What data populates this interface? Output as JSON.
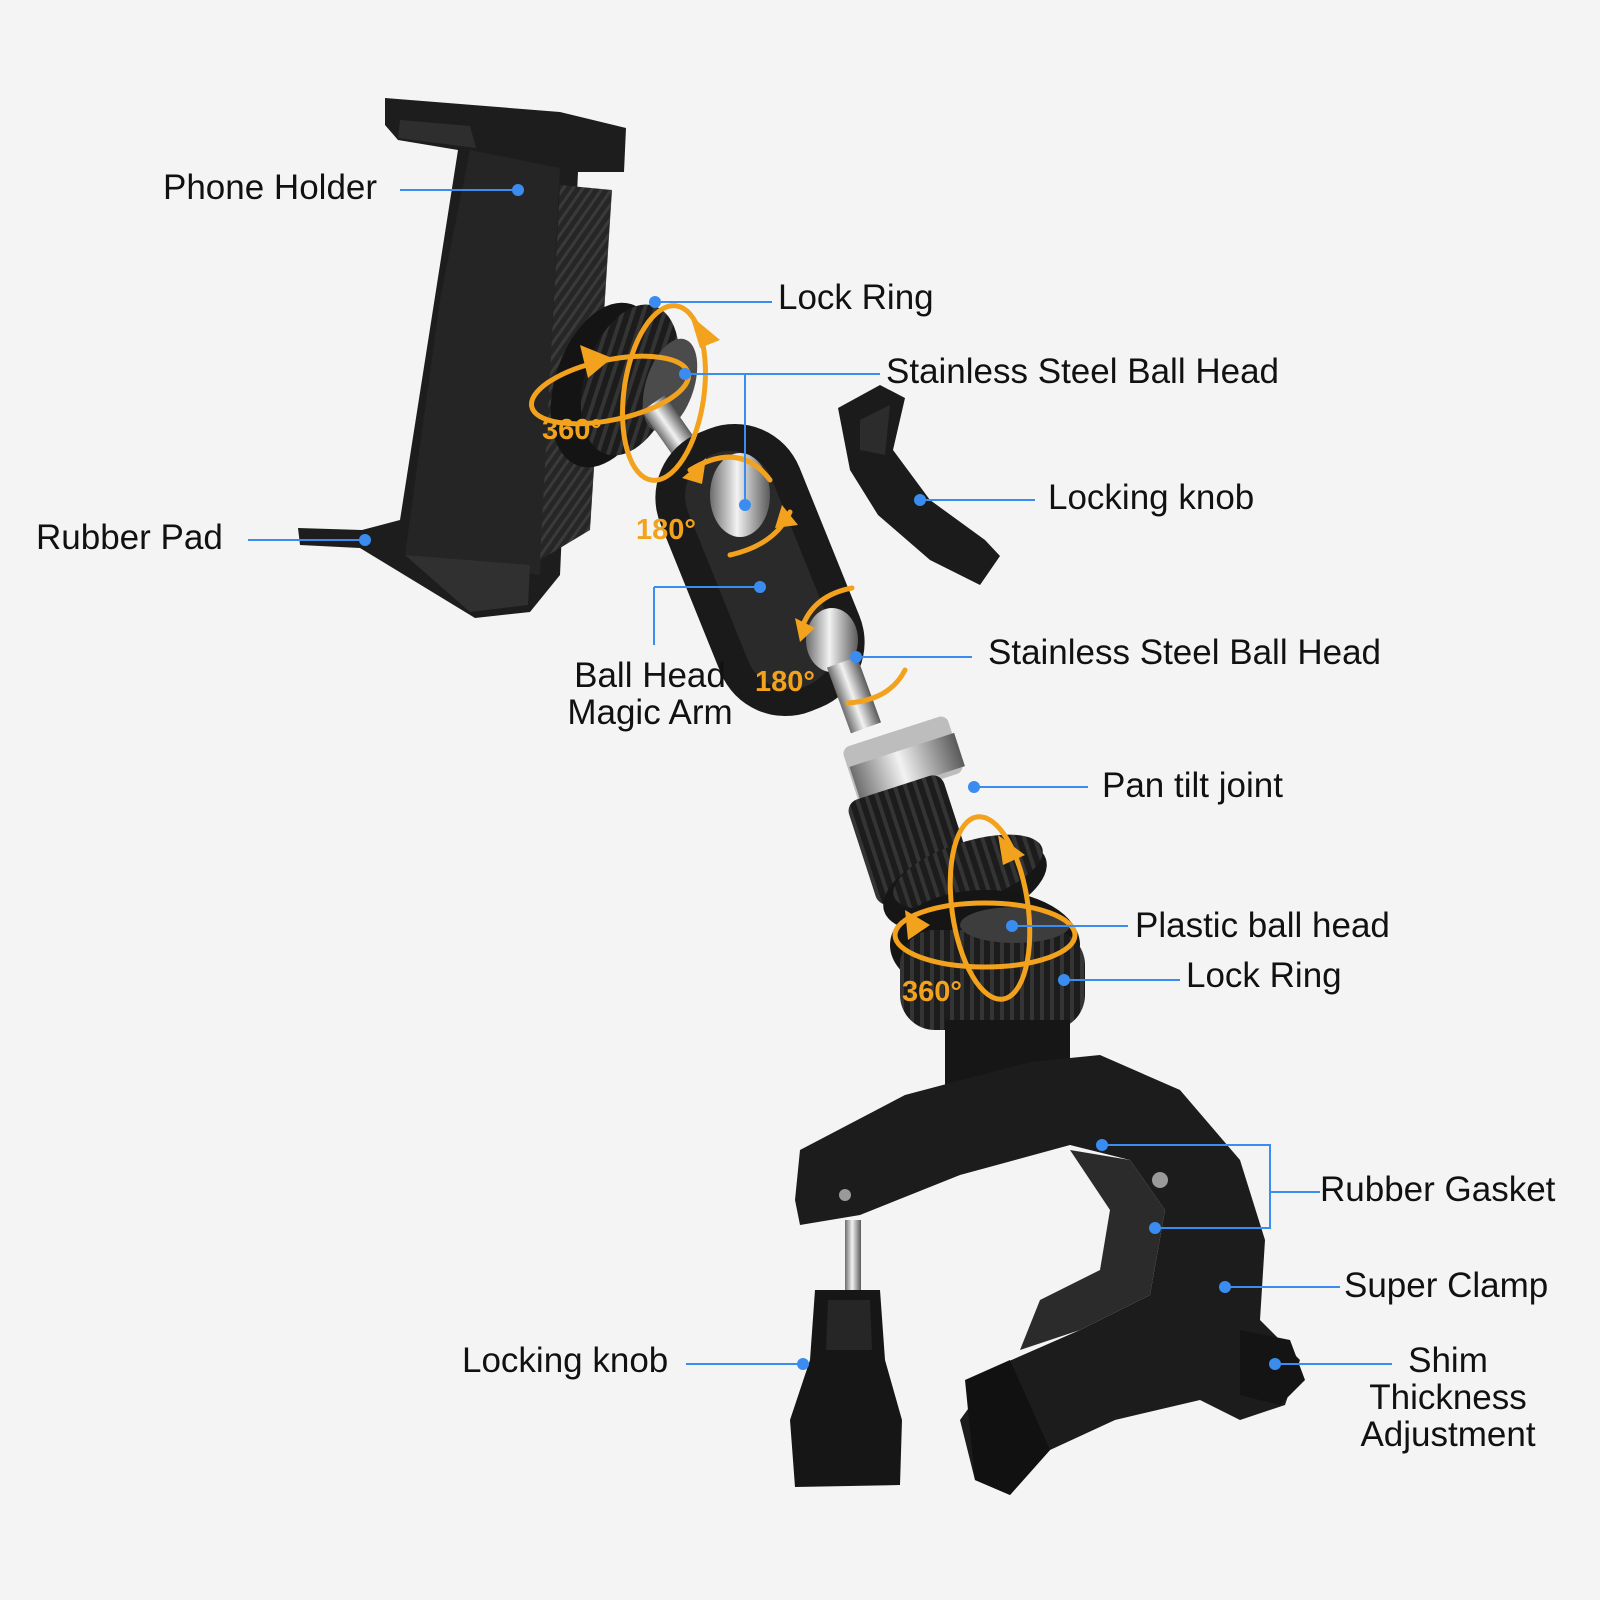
{
  "labels": {
    "phone_holder": "Phone Holder",
    "lock_ring_top": "Lock Ring",
    "ball_head_top": "Stainless Steel Ball Head",
    "locking_knob_top": "Locking knob",
    "rubber_pad": "Rubber Pad",
    "magic_arm_line1": "Ball Head",
    "magic_arm_line2": "Magic Arm",
    "ball_head_mid": "Stainless Steel Ball Head",
    "pan_tilt_joint": "Pan tilt joint",
    "plastic_ball_head": "Plastic ball head",
    "lock_ring_bottom": "Lock Ring",
    "rubber_gasket": "Rubber Gasket",
    "super_clamp": "Super Clamp",
    "locking_knob_bottom": "Locking knob",
    "shim_line1": "Shim",
    "shim_line2": "Thickness",
    "shim_line3": "Adjustment"
  },
  "rotations": {
    "top_360": "360°",
    "top_180": "180°",
    "mid_180": "180°",
    "bottom_360": "360°"
  },
  "colors": {
    "leader": "#3a8cf0",
    "rotation": "#f2a21d",
    "part": "#1c1c1c",
    "background": "#f4f4f4"
  }
}
